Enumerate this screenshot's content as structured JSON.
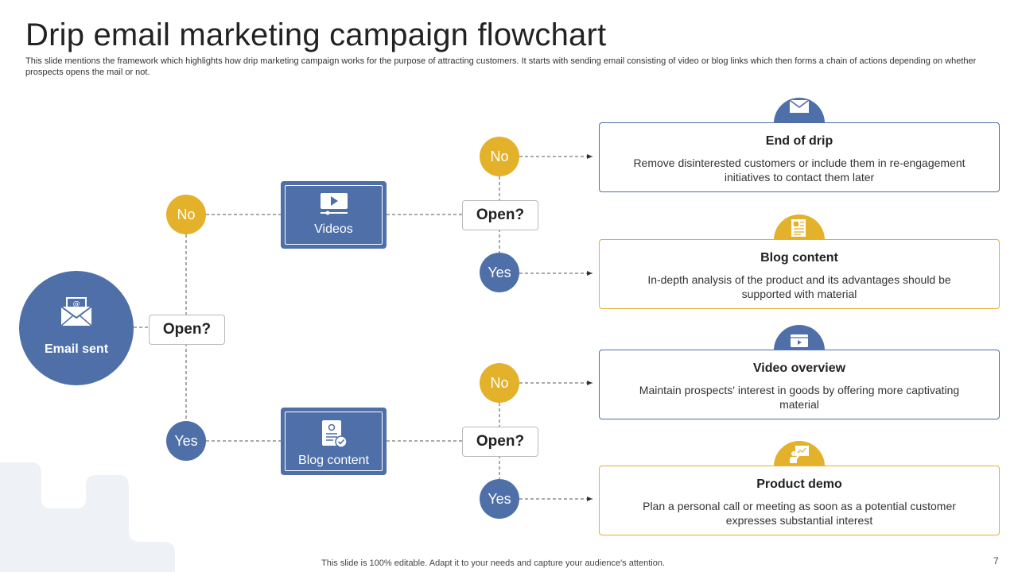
{
  "title": "Drip email marketing campaign flowchart",
  "subtitle": "This slide mentions the framework which highlights how drip marketing campaign works for the purpose of attracting customers. It starts with sending email consisting of video or blog links which then forms a chain of actions depending on whether prospects opens the mail or not.",
  "start": {
    "label": "Email sent",
    "icon": "email-envelope-icon"
  },
  "decision_main": "Open?",
  "branch_labels": {
    "no": "No",
    "yes": "Yes"
  },
  "videos": {
    "label": "Videos",
    "icon": "video-player-icon",
    "decision": "Open?"
  },
  "blog": {
    "label": "Blog content",
    "icon": "document-check-icon",
    "decision": "Open?"
  },
  "cards": [
    {
      "title": "End of drip",
      "text": "Remove disinterested customers or include them in re-engagement initiatives to contact them later",
      "icon": "envelope-icon",
      "color": "#4E6FA8"
    },
    {
      "title": "Blog content",
      "text": "In-depth analysis of the product and its advantages should be supported with material",
      "icon": "newspaper-icon",
      "color": "#E3B12A"
    },
    {
      "title": "Video overview",
      "text": "Maintain prospects' interest in goods by offering more captivating material",
      "icon": "video-icon",
      "color": "#4E6FA8"
    },
    {
      "title": "Product demo",
      "text": "Plan a personal call or meeting as soon as a potential customer expresses substantial interest",
      "icon": "presentation-icon",
      "color": "#E3B12A"
    }
  ],
  "colors": {
    "blue": "#4E6FA8",
    "yellow": "#E3B12A",
    "background_shape": "#EEF1F5"
  },
  "footer": "This slide is 100% editable. Adapt it to your needs and capture your audience's attention.",
  "page_number": "7"
}
